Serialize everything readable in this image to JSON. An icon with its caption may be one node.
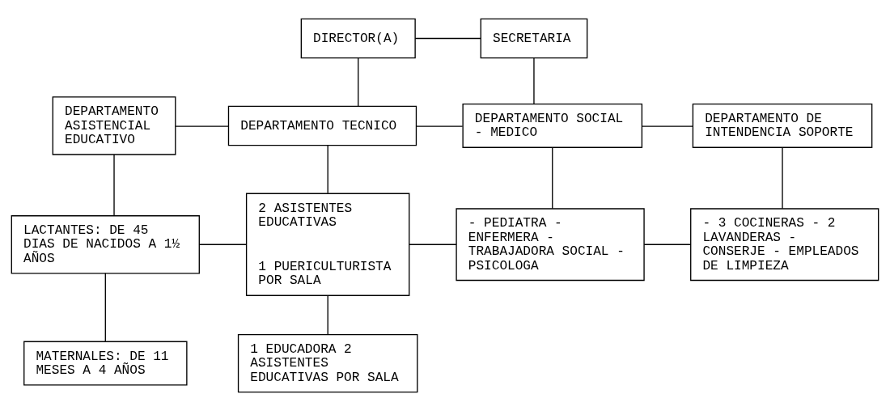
{
  "diagram": {
    "nodes": [
      {
        "text": [
          "DIRECTOR(A)"
        ]
      },
      {
        "text": [
          "SECRETARIA"
        ]
      },
      {
        "text": [
          "DEPARTAMENTO ASISTENCIAL EDUCATIVO"
        ]
      },
      {
        "text": [
          "DEPARTAMENTO TECNICO"
        ]
      },
      {
        "text": [
          "DEPARTAMENTO SOCIAL - MEDICO"
        ]
      },
      {
        "text": [
          "DEPARTAMENTO DE INTENDENCIA SOPORTE"
        ]
      },
      {
        "text": [
          "LACTANTES: DE 45 DIAS DE NACIDOS A 1½ AÑOS"
        ]
      },
      {
        "text": [
          "2 ASISTENTES EDUCATIVAS",
          "1 PUERICULTURISTA POR SALA"
        ]
      },
      {
        "text": [
          "- PEDIATRA - ENFERMERA - TRABAJADORA SOCIAL - PSICOLOGA"
        ]
      },
      {
        "text": [
          "- 3 COCINERAS - 2 LAVANDERAS - CONSERJE - EMPLEADOS DE LIMPIEZA"
        ]
      },
      {
        "text": [
          "MATERNALES: DE 11 MESES A 4 AÑOS"
        ]
      },
      {
        "text": [
          "1 EDUCADORA 2 ASISTENTES EDUCATIVAS POR SALA"
        ]
      }
    ],
    "edges": [
      {
        "from": 0,
        "to": 1,
        "arrow": "none"
      },
      {
        "from": 0,
        "to": 3,
        "arrow": "none"
      },
      {
        "from": 1,
        "to": 4,
        "arrow": "none"
      },
      {
        "from": 2,
        "to": 3,
        "arrow": "none"
      },
      {
        "from": 3,
        "to": 4,
        "arrow": "none"
      },
      {
        "from": 4,
        "to": 5,
        "arrow": "none"
      },
      {
        "from": 2,
        "to": 6,
        "arrow": "none"
      },
      {
        "from": 3,
        "to": 7,
        "arrow": "none"
      },
      {
        "from": 4,
        "to": 8,
        "arrow": "none"
      },
      {
        "from": 5,
        "to": 9,
        "arrow": "none"
      },
      {
        "from": 6,
        "to": 7,
        "arrow": "none"
      },
      {
        "from": 7,
        "to": 8,
        "arrow": "none"
      },
      {
        "from": 8,
        "to": 9,
        "arrow": "none"
      },
      {
        "from": 6,
        "to": 10,
        "arrow": "none"
      },
      {
        "from": 7,
        "to": 11,
        "arrow": "none"
      }
    ]
  }
}
